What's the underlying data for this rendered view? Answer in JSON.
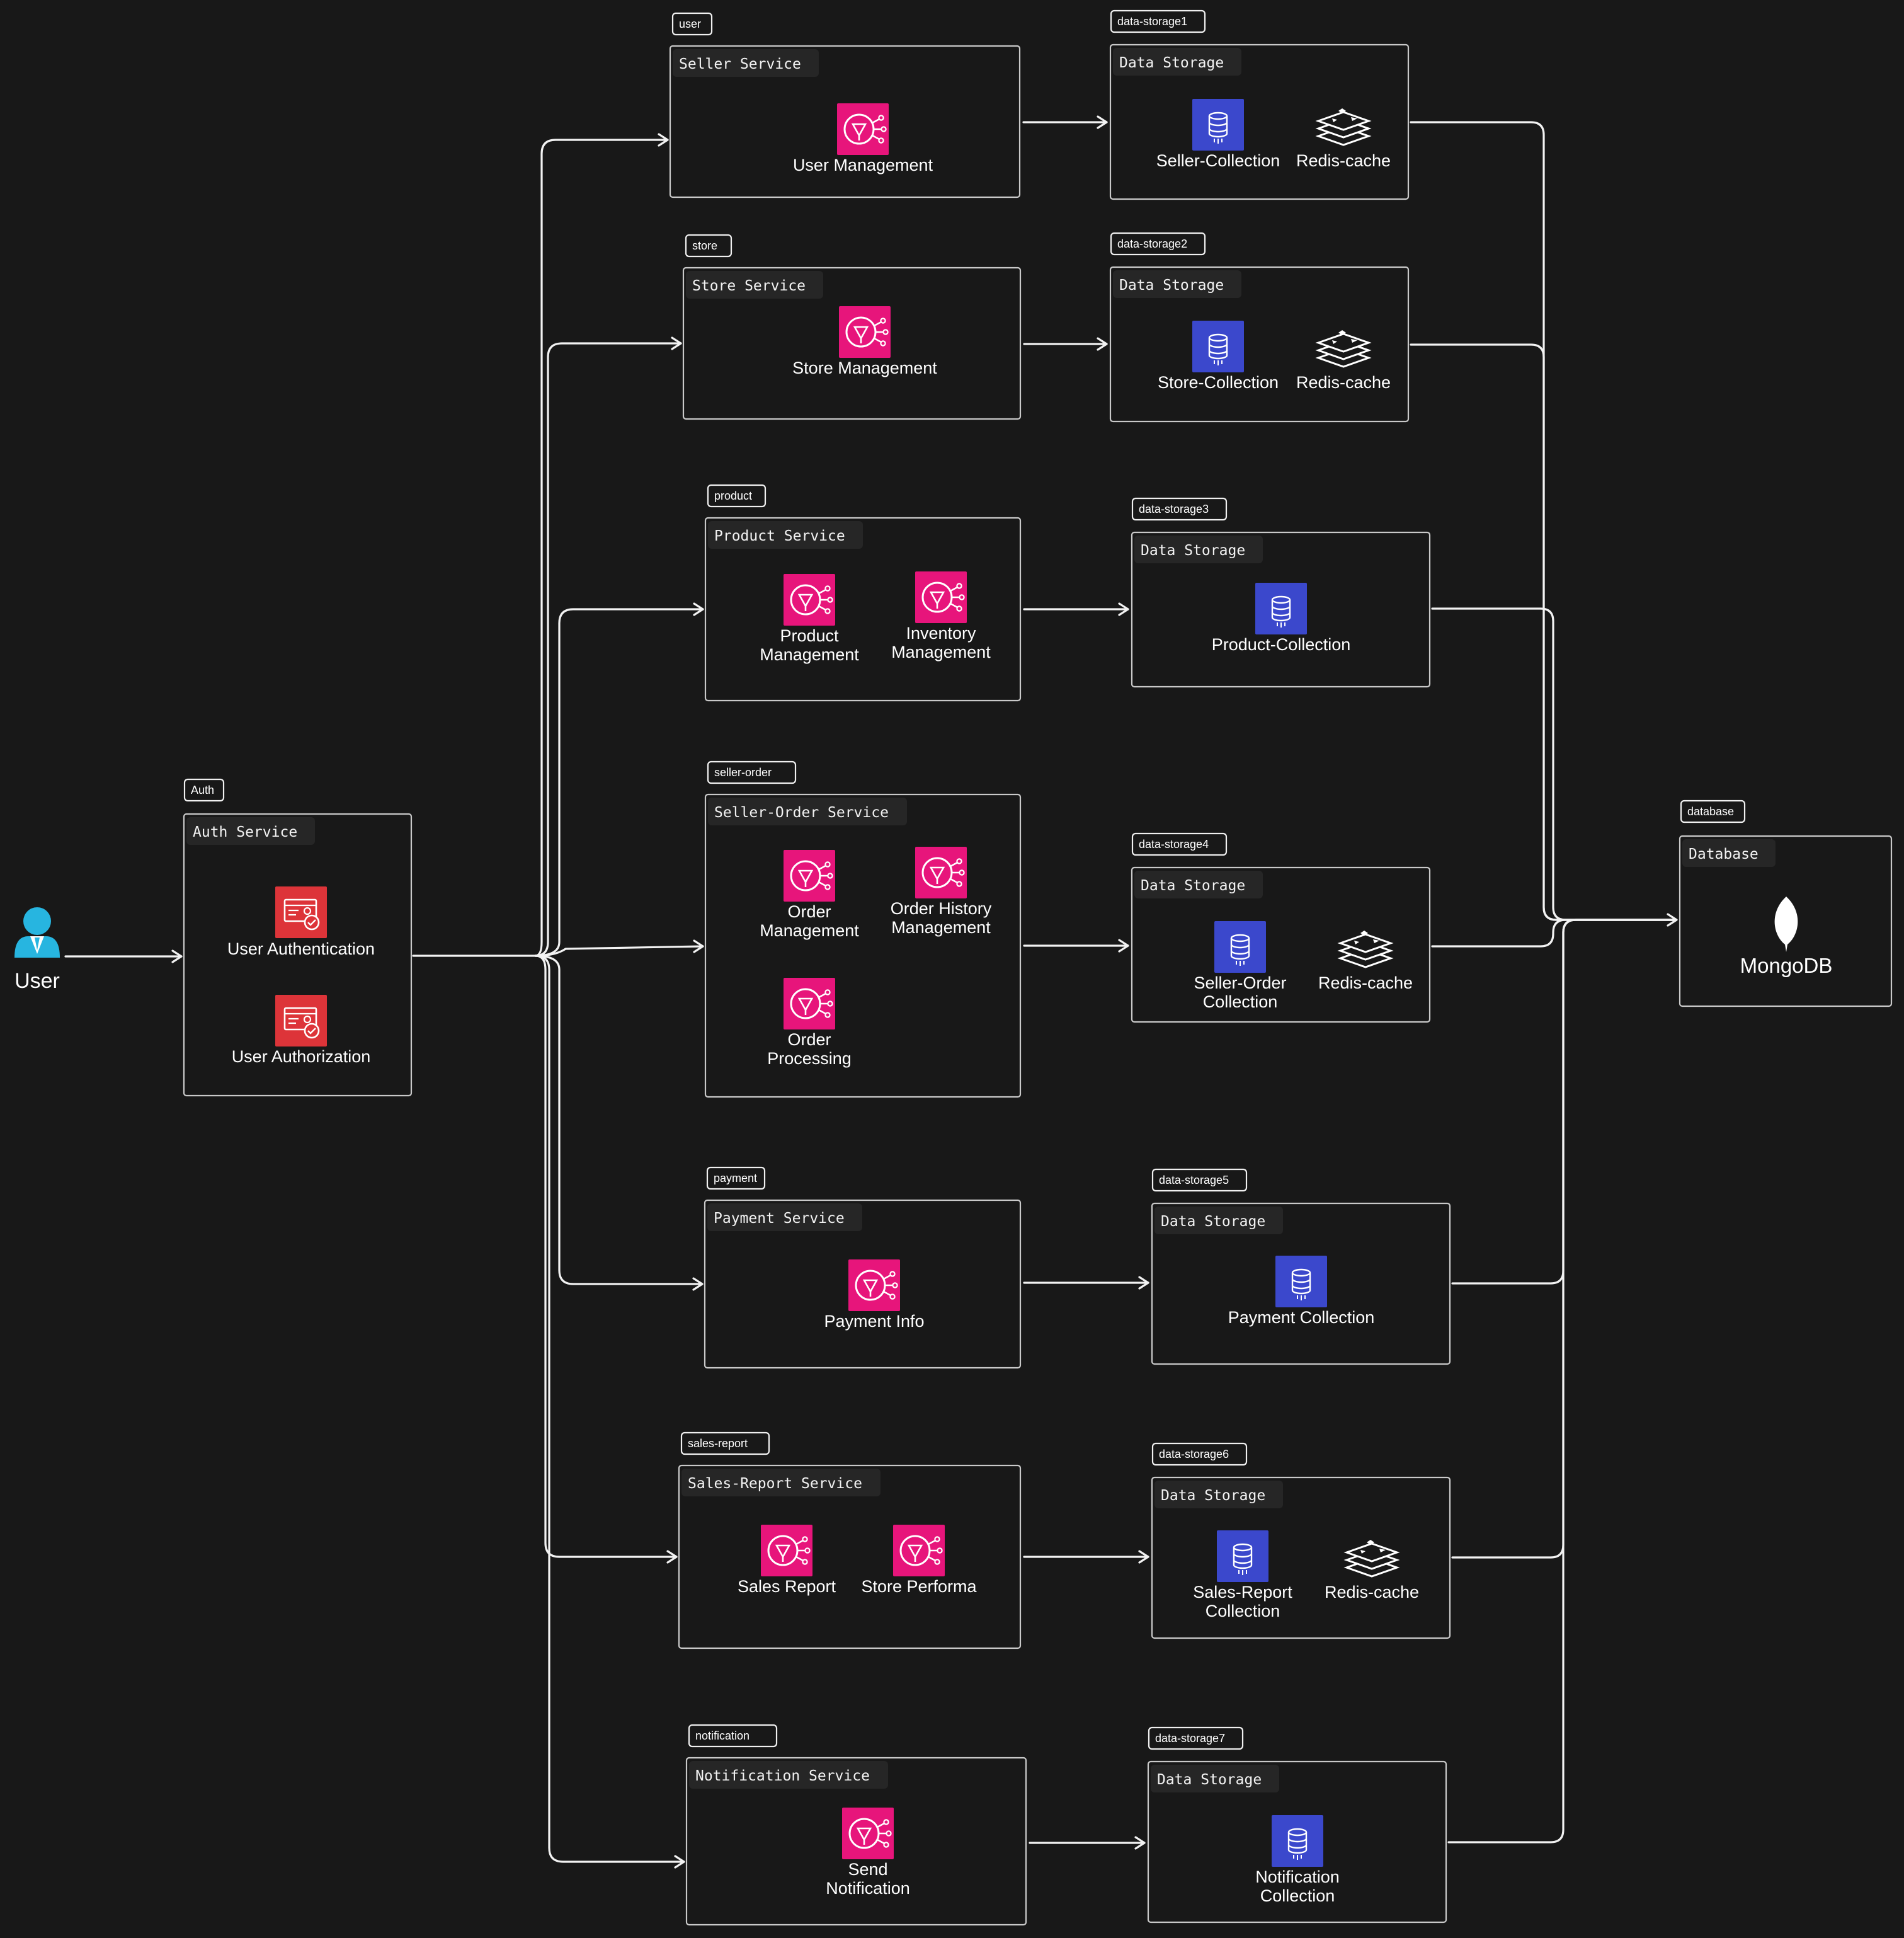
{
  "user": {
    "label": "User"
  },
  "auth": {
    "tag": "Auth",
    "title": "Auth Service",
    "items": [
      "User Authentication",
      "User Authorization"
    ]
  },
  "services": [
    {
      "tag": "user",
      "title": "Seller Service",
      "items": [
        [
          "User Management"
        ]
      ]
    },
    {
      "tag": "store",
      "title": "Store Service",
      "items": [
        [
          "Store Management"
        ]
      ]
    },
    {
      "tag": "product",
      "title": "Product Service",
      "items": [
        [
          "Product",
          "Management"
        ],
        [
          "Inventory",
          "Management"
        ]
      ]
    },
    {
      "tag": "seller-order",
      "title": "Seller-Order Service",
      "items": [
        [
          "Order",
          "Management"
        ],
        [
          "Order History",
          "Management"
        ],
        [
          "Order",
          "Processing"
        ]
      ]
    },
    {
      "tag": "payment",
      "title": "Payment Service",
      "items": [
        [
          "Payment Info"
        ]
      ]
    },
    {
      "tag": "sales-report",
      "title": "Sales-Report Service",
      "items": [
        [
          "Sales Report"
        ],
        [
          "Store Performa"
        ]
      ]
    },
    {
      "tag": "notification",
      "title": "Notification Service",
      "items": [
        [
          "Send",
          "Notification"
        ]
      ]
    }
  ],
  "storages": [
    {
      "tag": "data-storage1",
      "title": "Data Storage",
      "collection": [
        "Seller-Collection"
      ],
      "cache": "Redis-cache"
    },
    {
      "tag": "data-storage2",
      "title": "Data Storage",
      "collection": [
        "Store-Collection"
      ],
      "cache": "Redis-cache"
    },
    {
      "tag": "data-storage3",
      "title": "Data Storage",
      "collection": [
        "Product-Collection"
      ]
    },
    {
      "tag": "data-storage4",
      "title": "Data Storage",
      "collection": [
        "Seller-Order",
        "Collection"
      ],
      "cache": "Redis-cache"
    },
    {
      "tag": "data-storage5",
      "title": "Data Storage",
      "collection": [
        "Payment Collection"
      ]
    },
    {
      "tag": "data-storage6",
      "title": "Data Storage",
      "collection": [
        "Sales-Report",
        "Collection"
      ],
      "cache": "Redis-cache"
    },
    {
      "tag": "data-storage7",
      "title": "Data Storage",
      "collection": [
        "Notification",
        "Collection"
      ]
    }
  ],
  "database": {
    "tag": "database",
    "title": "Database",
    "label": "MongoDB"
  },
  "colors": {
    "background": "#181818",
    "service_icon": "#e7157b",
    "auth_icon": "#dd3439",
    "storage_icon": "#3b48cc",
    "user_icon": "#27b5e0",
    "stroke": "#f2f2f2"
  },
  "icons": {
    "user": "user-person-icon",
    "auth": "identity-card-icon",
    "service": "service-hub-icon",
    "collection": "database-icon",
    "cache": "redis-cache-icon",
    "database": "mongodb-leaf-icon"
  }
}
